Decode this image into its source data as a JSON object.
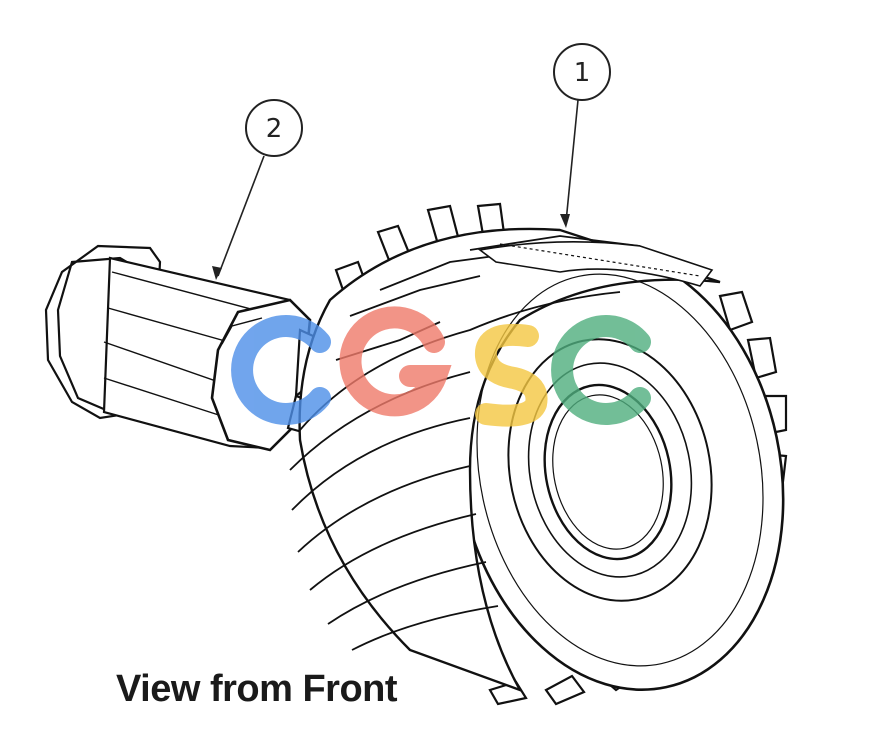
{
  "diagram": {
    "caption": "View from Front",
    "callouts": [
      {
        "id": "1",
        "label": "1"
      },
      {
        "id": "2",
        "label": "2"
      }
    ],
    "watermark": {
      "text": "CGSC",
      "colors": [
        "#4d8fe8",
        "#f07a6a",
        "#f5c842",
        "#4fae7e"
      ]
    }
  }
}
